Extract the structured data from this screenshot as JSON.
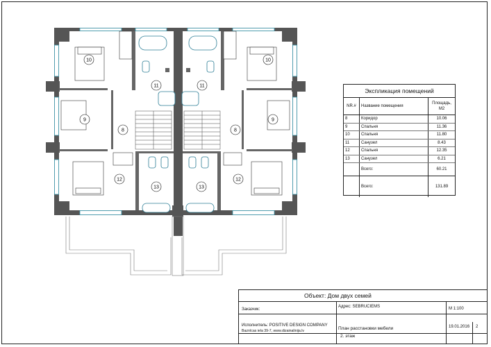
{
  "room_markers": {
    "left": [
      "10",
      "11",
      "9",
      "8",
      "12",
      "13"
    ],
    "right": [
      "10",
      "11",
      "9",
      "8",
      "12",
      "13"
    ]
  },
  "explication": {
    "title": "Экспликация помещений",
    "headers": {
      "num": "NR.#",
      "name": "Название помещения",
      "area": "Площадь, M2"
    },
    "rows": [
      {
        "num": "8",
        "name": "Коридор",
        "area": "10.06"
      },
      {
        "num": "9",
        "name": "Спальня",
        "area": "11.36"
      },
      {
        "num": "10",
        "name": "Спальня",
        "area": "11.80"
      },
      {
        "num": "11",
        "name": "Санузел",
        "area": "8.43"
      },
      {
        "num": "12",
        "name": "Спальня",
        "area": "12.35"
      },
      {
        "num": "13",
        "name": "Санузел",
        "area": "6.21"
      }
    ],
    "subtotal_label": "Всего:",
    "subtotal_value": "60.21",
    "total_label": "Всего:",
    "total_value": "131.89"
  },
  "title_block": {
    "object": "Объект: Дом двух семей",
    "client_label": "Заказчик:",
    "address": "Адрес: SEBRUCIEMS",
    "scale": "М 1:100",
    "executor": "Исполнитель: POSITIVE DESIGN COMPANY",
    "executor_address": "Baznīcas iela 39-7,  www.dizainalinija.lv",
    "drawing_name": "План расстановки мебели",
    "floor": "2. этаж",
    "date": "19.01.2016",
    "sheet": "2"
  }
}
